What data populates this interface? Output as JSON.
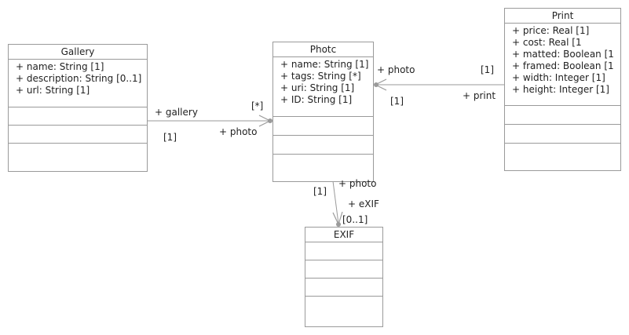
{
  "classes": {
    "gallery": {
      "name": "Gallery",
      "attributes": [
        "+ name: String [1]",
        "+ description: String [0..1]",
        "+ url: String [1]"
      ]
    },
    "photo": {
      "name": "Photc",
      "attributes": [
        "+ name: String [1]",
        "+ tags: String [*]",
        "+ uri: String [1]",
        "+ ID: String [1]"
      ]
    },
    "print": {
      "name": "Print",
      "attributes": [
        "+ price: Real [1]",
        "+ cost: Real [1",
        "+ matted: Boolean [1",
        "+ framed: Boolean [1",
        "+ width: Integer [1]",
        "+ height: Integer [1]"
      ]
    },
    "exif": {
      "name": "EXIF",
      "attributes": []
    }
  },
  "associations": {
    "gallery_photo": {
      "end_gallery_role": "+ gallery",
      "end_gallery_mult": "[1]",
      "end_photo_role": "+ photo",
      "end_photo_mult": "[*]"
    },
    "print_photo": {
      "end_photo_role": "+ photo",
      "end_photo_mult": "[1]",
      "end_print_role": "+ print",
      "end_print_mult": "[1]"
    },
    "photo_exif": {
      "end_photo_role": "+ photo",
      "end_photo_mult": "[1]",
      "end_exif_role": "+ eXIF",
      "end_exif_mult": "[0..1]"
    }
  },
  "colors": {
    "line": "#9a9a9a",
    "text": "#222222",
    "background": "#ffffff"
  }
}
